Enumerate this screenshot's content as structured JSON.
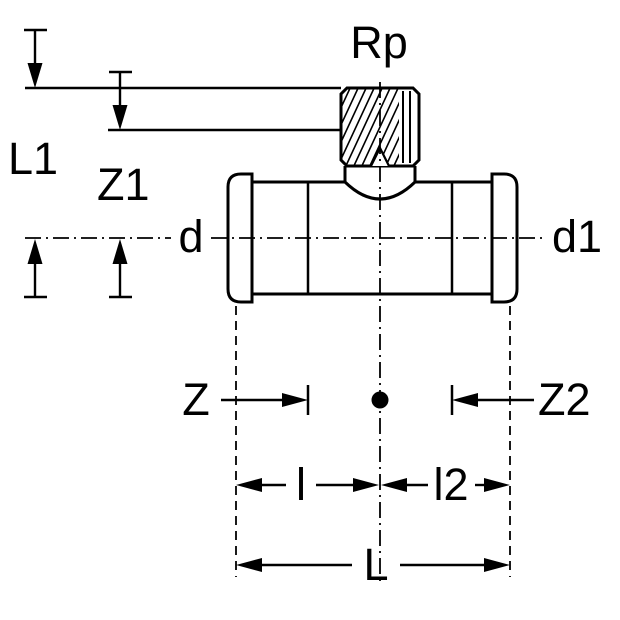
{
  "background": "#ffffff",
  "line_color": "#000000",
  "diagram": {
    "type": "technical-dimension-drawing",
    "subject": "press-fit tee fitting with female threaded branch",
    "labels": {
      "thread": "Rp",
      "length_l1": "L1",
      "offset_z1": "Z1",
      "diameter_left": "d",
      "diameter_right": "d1",
      "offset_z": "Z",
      "offset_z2": "Z2",
      "insert_l": "l",
      "insert_l2": "l2",
      "overall_length": "L"
    }
  }
}
